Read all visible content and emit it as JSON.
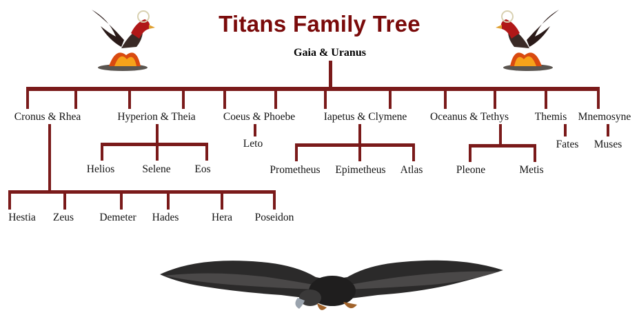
{
  "title": "Titans Family Tree",
  "root": "Gaia & Uranus",
  "couples": [
    {
      "label": "Cronus & Rhea"
    },
    {
      "label": "Hyperion & Theia"
    },
    {
      "label": "Coeus & Phoebe"
    },
    {
      "label": "Iapetus & Clymene"
    },
    {
      "label": "Oceanus & Tethys"
    },
    {
      "label": "Themis"
    },
    {
      "label": "Mnemosyne"
    }
  ],
  "children": {
    "cronus_rhea": [
      "Hestia",
      "Zeus",
      "Demeter",
      "Hades",
      "Hera",
      "Poseidon"
    ],
    "hyperion_theia": [
      "Helios",
      "Selene",
      "Eos"
    ],
    "coeus_phoebe": [
      "Leto"
    ],
    "iapetus_clymene": [
      "Prometheus",
      "Epimetheus",
      "Atlas"
    ],
    "oceanus_tethys": [
      "Pleone",
      "Metis"
    ],
    "themis": [
      "Fates"
    ],
    "mnemosyne": [
      "Muses"
    ]
  },
  "colors": {
    "title": "#7a0a0a",
    "connector": "#7a1a1a"
  },
  "decorations": [
    "phoenix-left-icon",
    "phoenix-right-icon",
    "eagle-icon"
  ]
}
